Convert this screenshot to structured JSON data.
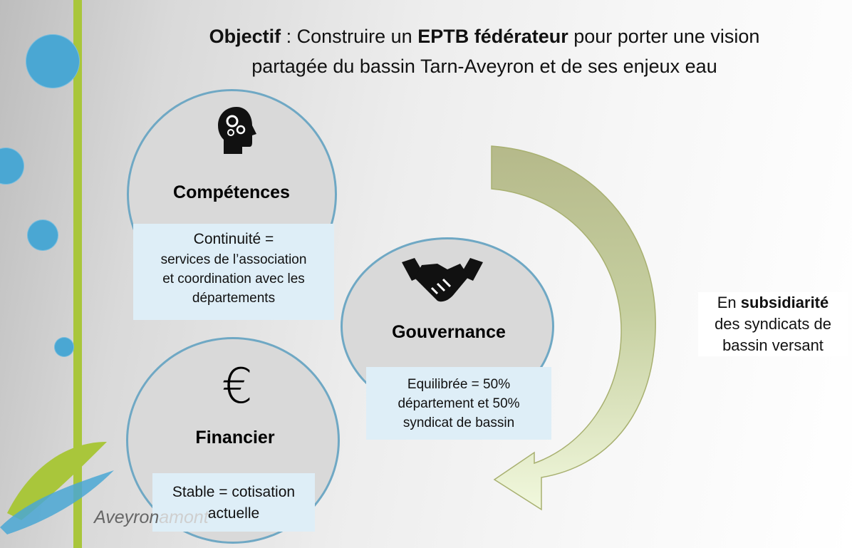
{
  "title": {
    "prefix_bold": "Objectif",
    "mid1": " : Construire un ",
    "highlight_bold": "EPTB fédérateur",
    "line1_end": " pour porter une vision",
    "line2": "partagée du bassin Tarn-Aveyron et de ses enjeux eau"
  },
  "competences": {
    "title": "Compétences",
    "icon": "head-gears-icon",
    "lines": [
      "Continuité =",
      "services de l’association",
      "et coordination avec les",
      "départements"
    ]
  },
  "gouvernance": {
    "title": "Gouvernance",
    "icon": "handshake-icon",
    "lines": [
      "Equilibrée = 50%",
      "département et 50%",
      "syndicat de bassin"
    ]
  },
  "financier": {
    "title": "Financier",
    "icon": "euro-icon",
    "icon_glyph": "€",
    "lines": [
      "Stable = cotisation",
      "actuelle"
    ]
  },
  "side_note": {
    "pre": "En ",
    "bold": "subsidiarité",
    "line2": "des syndicats de",
    "line3": "bassin versant"
  },
  "logo": {
    "text_main": "Aveyron",
    "text_faded": "amont"
  },
  "colors": {
    "accent_green": "#a9c63b",
    "accent_blue": "#4aa7d3",
    "circle_border": "#6fa8c4",
    "circle_fill": "#d9d9d9",
    "box_fill": "#deeef7"
  }
}
